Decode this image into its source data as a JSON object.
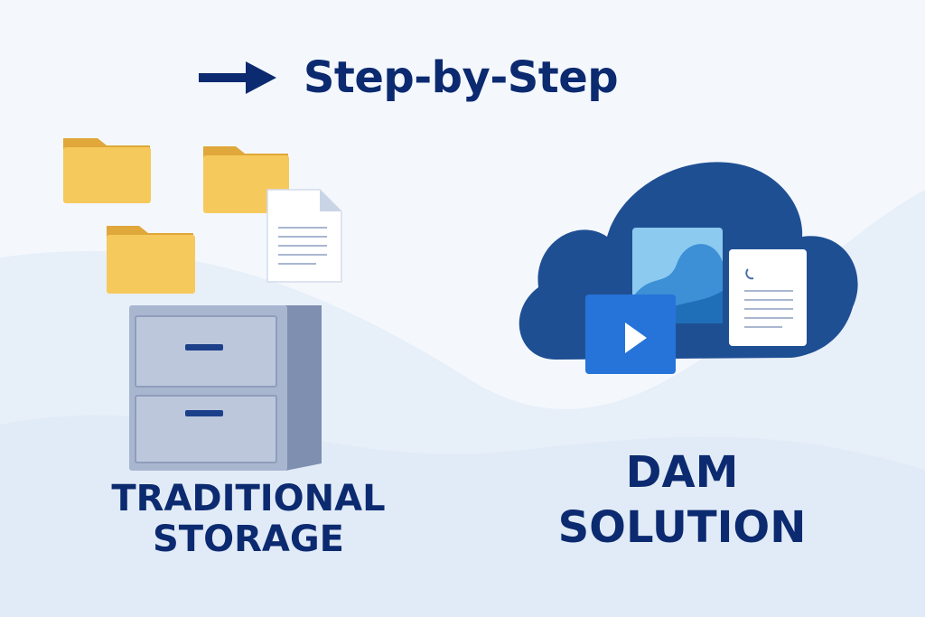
{
  "headline": {
    "text": "Step-by-Step",
    "icon": "arrow-right-icon"
  },
  "left": {
    "caption_line1": "TRADITIONAL",
    "caption_line2": "STORAGE",
    "icons": [
      "folder-icon",
      "folder-icon",
      "folder-icon",
      "document-icon",
      "filing-cabinet-icon"
    ]
  },
  "right": {
    "caption_line1": "DAM",
    "caption_line2": "SOLUTION",
    "icons": [
      "cloud-icon",
      "image-icon",
      "video-play-icon",
      "document-icon"
    ]
  },
  "colors": {
    "navy": "#0c2a70",
    "folder": "#f5c55a",
    "cloud": "#1f4f93",
    "cabinet": "#a9b6d0",
    "video": "#2673d9"
  }
}
